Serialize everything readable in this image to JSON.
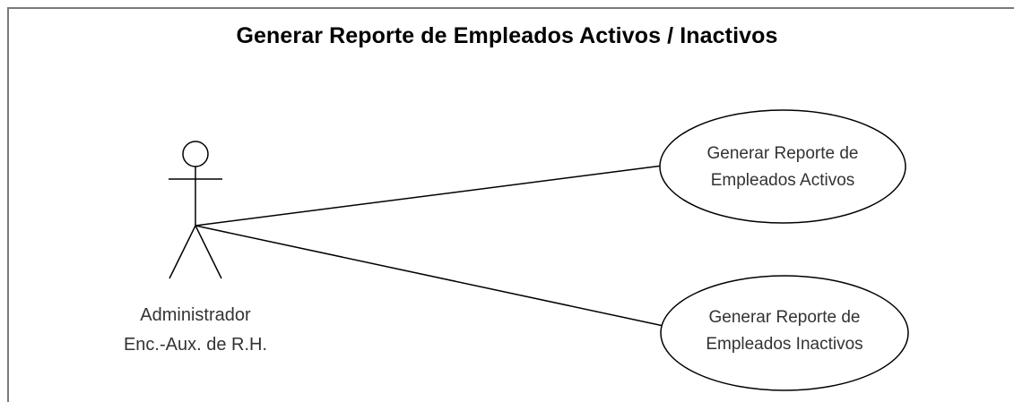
{
  "diagram": {
    "title": "Generar Reporte de Empleados Activos / Inactivos",
    "actor": {
      "line1": "Administrador",
      "line2": "Enc.-Aux. de R.H."
    },
    "use_cases": [
      {
        "line1": "Generar Reporte de",
        "line2": "Empleados Activos"
      },
      {
        "line1": "Generar Reporte de",
        "line2": "Empleados Inactivos"
      }
    ],
    "colors": {
      "stroke": "#000000",
      "text": "#333333",
      "frame": "#7a7a7a"
    }
  }
}
